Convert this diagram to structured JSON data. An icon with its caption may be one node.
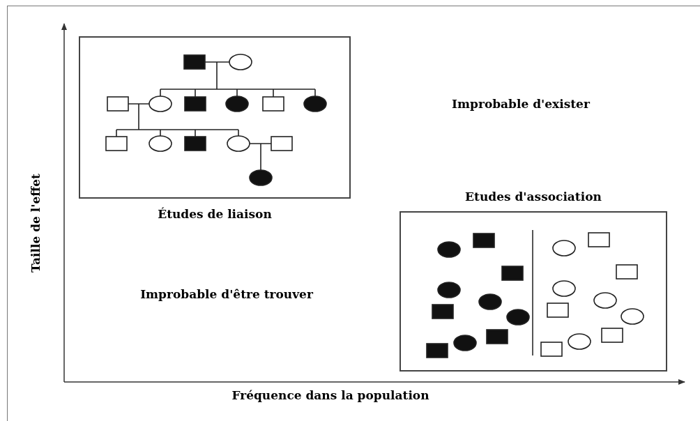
{
  "diagram": {
    "nodes": [
      {
        "text": [
          "Études de liaison"
        ]
      },
      {
        "text": [
          "Etudes d'association"
        ]
      }
    ],
    "labels": [
      "Improbable d'exister",
      "Improbable d'être trouver",
      "Taille de l'effet",
      "Fréquence dans la population"
    ]
  }
}
